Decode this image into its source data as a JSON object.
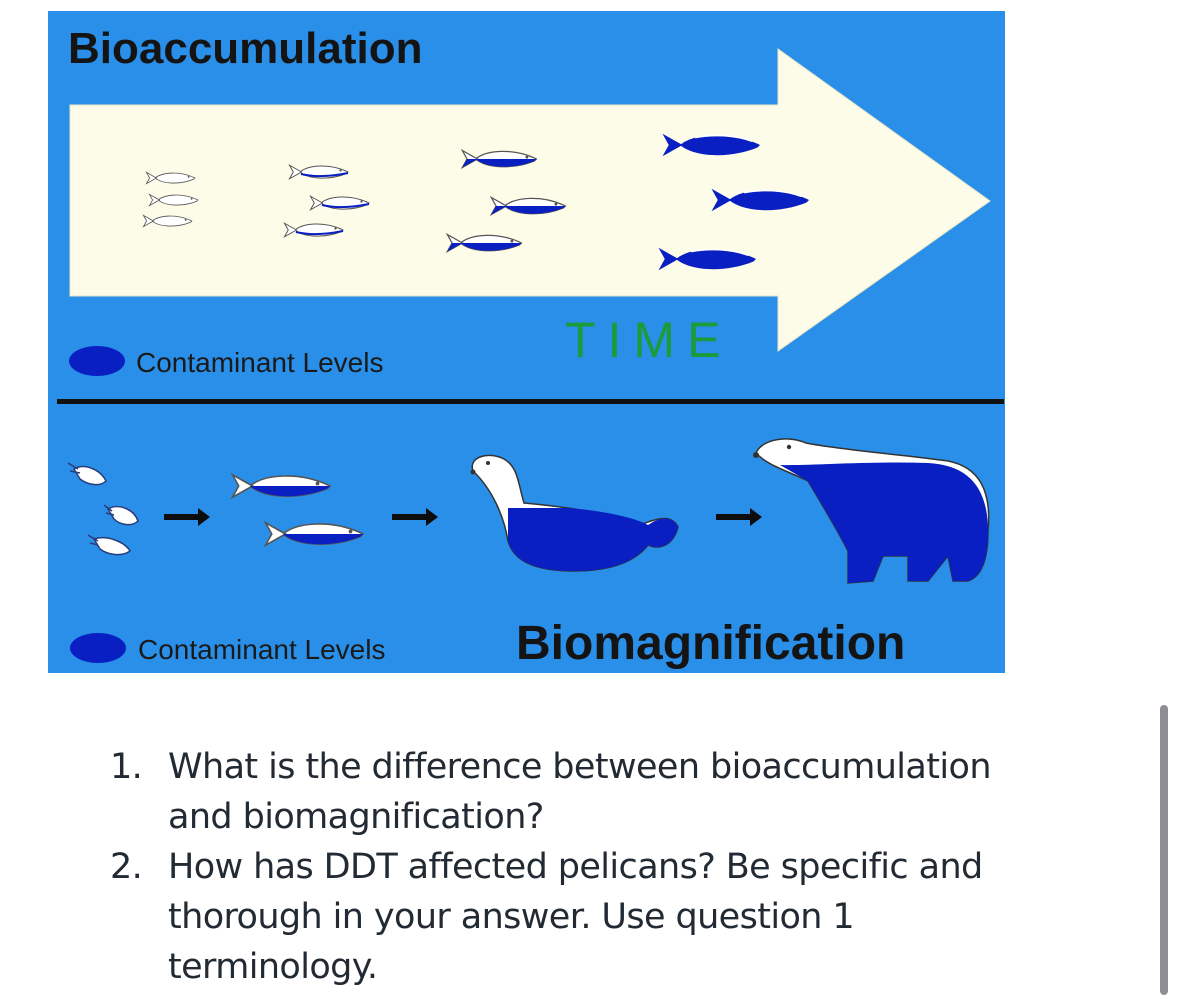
{
  "figure": {
    "top_title": "Bioaccumulation",
    "time_label": "TIME",
    "legend_top": "Contaminant Levels",
    "legend_bottom": "Contaminant Levels",
    "bottom_title": "Biomagnification",
    "colors": {
      "background": "#2a8fe8",
      "arrow": "#fdfce8",
      "contaminant": "#0a1fc2",
      "time_text": "#1d9a3a",
      "divider": "#111111"
    }
  },
  "questions": [
    {
      "number": "1.",
      "lines": [
        "What is the difference between bioaccumulation",
        "and biomagnification?"
      ]
    },
    {
      "number": "2.",
      "lines": [
        "How has DDT affected pelicans? Be specific and",
        "thorough in your answer. Use question 1",
        "terminology."
      ]
    }
  ]
}
